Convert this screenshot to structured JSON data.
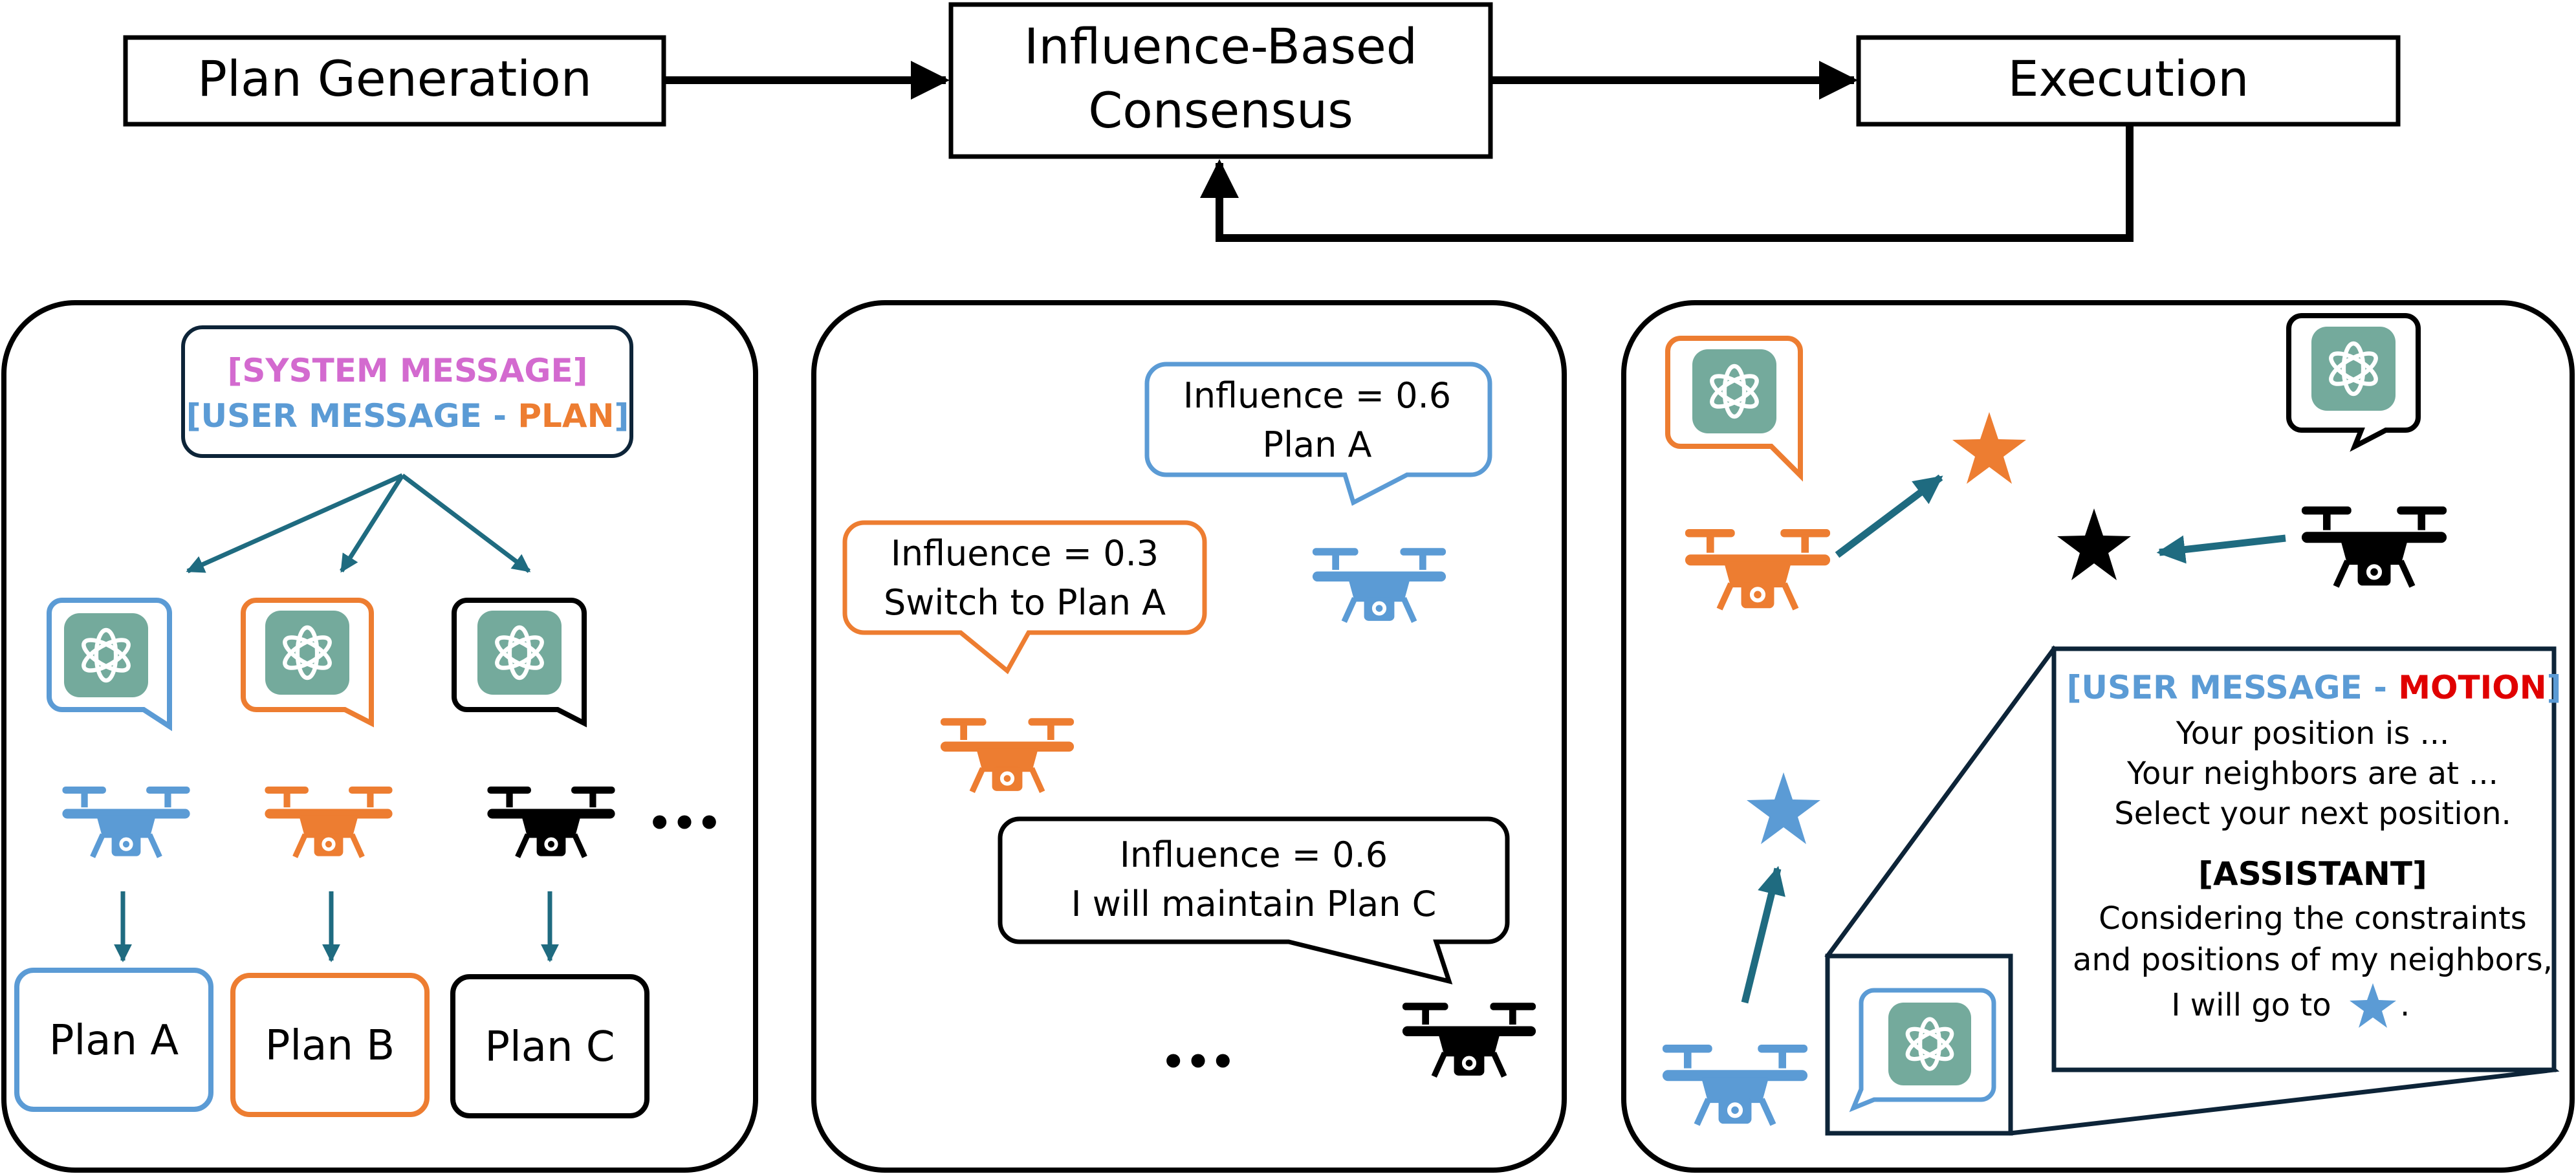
{
  "flow": {
    "plan_generation": "Plan Generation",
    "consensus_line1": "Influence-Based",
    "consensus_line2": "Consensus",
    "execution": "Execution"
  },
  "panel1": {
    "system_message": "[SYSTEM MESSAGE]",
    "user_message_prefix": "[USER MESSAGE - ",
    "user_message_plan": "PLAN",
    "user_message_suffix": "]",
    "ellipsis": "•••",
    "plans": [
      "Plan A",
      "Plan B",
      "Plan C"
    ]
  },
  "panel2": {
    "bubble_blue": {
      "line1": "Influence = 0.6",
      "line2": "Plan A"
    },
    "bubble_orange": {
      "line1": "Influence = 0.3",
      "line2": "Switch to Plan A"
    },
    "bubble_black": {
      "line1": "Influence = 0.6",
      "line2": "I will maintain Plan C"
    },
    "ellipsis": "•••"
  },
  "panel3": {
    "motion_prefix": "[USER MESSAGE - ",
    "motion_word": "MOTION",
    "motion_suffix": "]",
    "user_lines": [
      "Your position is ...",
      "Your neighbors are at ...",
      "Select your next position."
    ],
    "assistant_label": "[ASSISTANT]",
    "assistant_lines": [
      "Considering the constraints",
      "and positions of my neighbors,"
    ],
    "assistant_last": "I will go to",
    "assistant_end": "."
  },
  "colors": {
    "blue": "#5B9BD5",
    "orange": "#ED7D31",
    "black": "#000000",
    "teal_arrow": "#1F6B80",
    "chatgpt_tile": "#74AA9C",
    "system_pink": "#D36ACF",
    "motion_red": "#E00000",
    "dark_navy": "#0D2438"
  }
}
